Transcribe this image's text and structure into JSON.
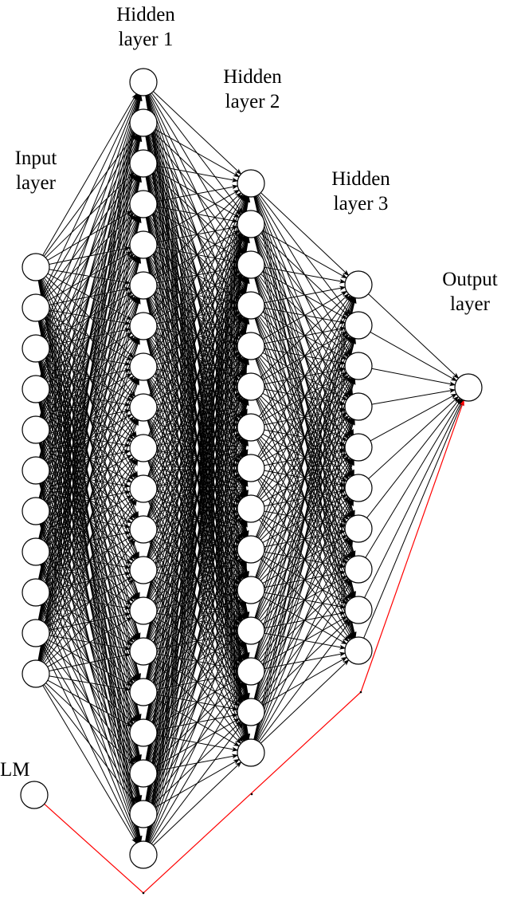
{
  "title": "Neural network architecture with LM input",
  "colors": {
    "edge": "#000000",
    "node_fill": "#ffffff",
    "node_stroke": "#000000",
    "lm_connection": "#ff0000"
  },
  "layers": [
    {
      "id": "input",
      "label_line1": "Input",
      "label_line2": "layer",
      "node_count": 11
    },
    {
      "id": "hidden1",
      "label_line1": "Hidden",
      "label_line2": "layer 1",
      "node_count": 20
    },
    {
      "id": "hidden2",
      "label_line1": "Hidden",
      "label_line2": "layer 2",
      "node_count": 15
    },
    {
      "id": "hidden3",
      "label_line1": "Hidden",
      "label_line2": "layer 3",
      "node_count": 10
    },
    {
      "id": "output",
      "label_line1": "Output",
      "label_line2": "layer",
      "node_count": 1
    }
  ],
  "extra_node": {
    "id": "lm",
    "label": "LM",
    "connects_to": "output",
    "connection_style": "red skip connection"
  },
  "connectivity": "fully connected between consecutive layers, directed arrows"
}
